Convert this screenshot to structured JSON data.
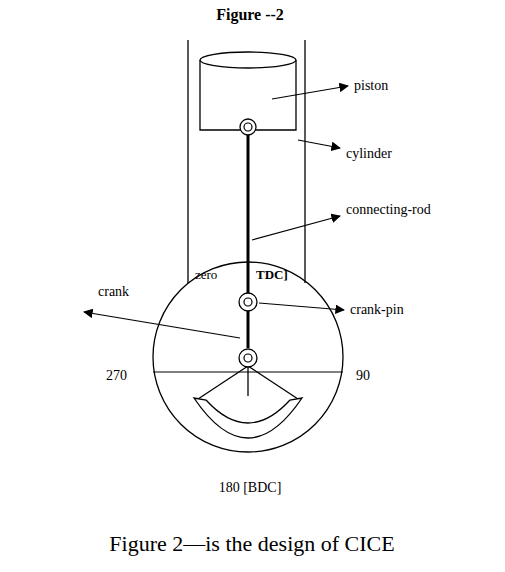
{
  "diagram": {
    "title": "Figure --2",
    "caption": "Figure 2—is the design of CICE",
    "labels": [
      "piston",
      "cylinder",
      "connecting-rod",
      "zero",
      "TDC]",
      "crank",
      "crank-pin",
      "270",
      "90",
      "180 [BDC]"
    ]
  }
}
